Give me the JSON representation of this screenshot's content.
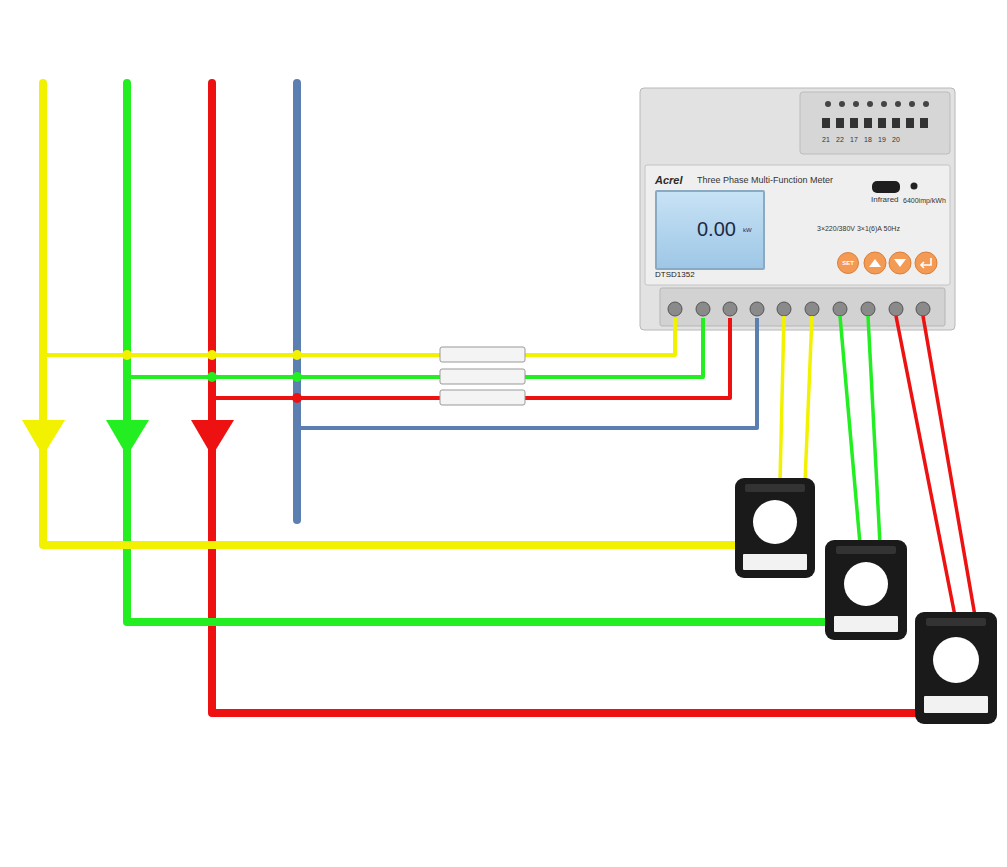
{
  "diagram": {
    "nodes": [
      {
        "text": [
          "Acrel",
          "Three Phase Multi-Function Meter",
          "Infrared",
          "6400imp/kWh",
          "3×220/380V 3×1(6)A 50Hz",
          "DTSD1352"
        ]
      },
      {
        "text": [
          "0.00",
          "kW"
        ],
        "in": 0
      },
      {
        "text": [
          "SET"
        ],
        "in": 0
      }
    ],
    "labels": [
      "21",
      "22",
      "17",
      "18",
      "19",
      "20"
    ]
  }
}
